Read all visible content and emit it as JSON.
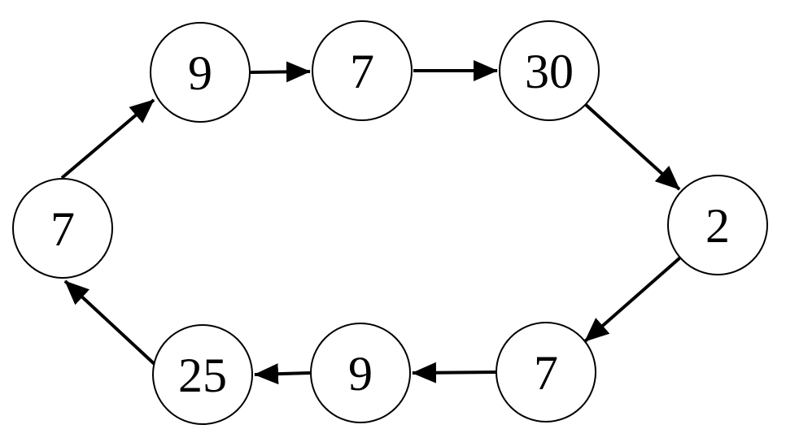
{
  "figure": {
    "kind": "directed-cycle-diagram",
    "background_color": "#ffffff",
    "stroke_color": "#000000"
  },
  "graph": {
    "nodes": [
      {
        "value": "7",
        "position": "left"
      },
      {
        "value": "9",
        "position": "top-left"
      },
      {
        "value": "7",
        "position": "top-center"
      },
      {
        "value": "30",
        "position": "top-right"
      },
      {
        "value": "2",
        "position": "right"
      },
      {
        "value": "7",
        "position": "bottom-right"
      },
      {
        "value": "9",
        "position": "bottom-center"
      },
      {
        "value": "25",
        "position": "bottom-left"
      }
    ],
    "edges": [
      {
        "from": 0,
        "to": 1,
        "from_value": "7",
        "to_value": "9"
      },
      {
        "from": 1,
        "to": 2,
        "from_value": "9",
        "to_value": "7"
      },
      {
        "from": 2,
        "to": 3,
        "from_value": "7",
        "to_value": "30"
      },
      {
        "from": 3,
        "to": 4,
        "from_value": "30",
        "to_value": "2"
      },
      {
        "from": 4,
        "to": 5,
        "from_value": "2",
        "to_value": "7"
      },
      {
        "from": 5,
        "to": 6,
        "from_value": "7",
        "to_value": "9"
      },
      {
        "from": 6,
        "to": 7,
        "from_value": "9",
        "to_value": "25"
      },
      {
        "from": 7,
        "to": 0,
        "from_value": "25",
        "to_value": "7"
      }
    ]
  }
}
